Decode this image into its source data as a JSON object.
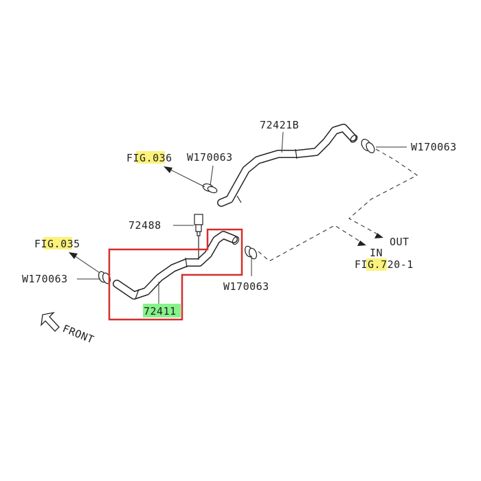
{
  "colors": {
    "highlight_yellow": "#fbf27a",
    "highlight_green": "#86f28a",
    "outline_red": "#d62d2d",
    "line": "#222222"
  },
  "labels": {
    "part_72421b": "72421B",
    "clamp_top_right": "W170063",
    "clamp_top_left": "W170063",
    "fig_036": "FIG.036",
    "part_72488": "72488",
    "fig_035": "FIG.035",
    "clamp_left": "W170063",
    "clamp_bottom_right": "W170063",
    "part_72411": "72411",
    "out": "OUT",
    "in": "IN",
    "fig_720_1": "FIG.720-1",
    "front": "FRONT"
  }
}
